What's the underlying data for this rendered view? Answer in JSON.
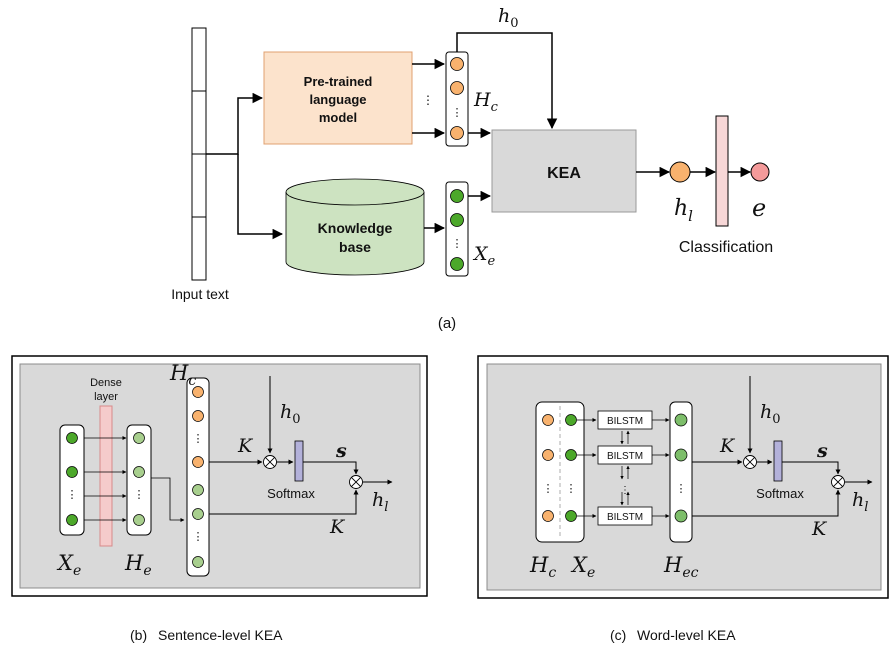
{
  "top": {
    "input_label": "Input text",
    "plm_label": [
      "Pre-trained",
      "language",
      "model"
    ],
    "kb_label": [
      "Knowledge",
      "base"
    ],
    "kea_label": "KEA",
    "classification_label": "Classification",
    "h0": "h",
    "h0_sub": "0",
    "hc": "H",
    "hc_sub": "c",
    "xe": "X",
    "xe_sub": "e",
    "hl": "h",
    "hl_sub": "l",
    "e": "e",
    "caption": "(a)"
  },
  "sentence": {
    "dense_label": [
      "Dense",
      "layer"
    ],
    "hc": "H",
    "hc_sub": "c",
    "xe": "X",
    "xe_sub": "e",
    "he": "H",
    "he_sub": "e",
    "h0": "h",
    "h0_sub": "0",
    "k1": "K",
    "k2": "K",
    "s": "s",
    "softmax": "Softmax",
    "hl": "h",
    "hl_sub": "l",
    "caption_letter": "(b)",
    "caption": "Sentence-level KEA"
  },
  "word": {
    "bilstm": "BILSTM",
    "hc": "H",
    "hc_sub": "c",
    "xe": "X",
    "xe_sub": "e",
    "hec": "H",
    "hec_sub": "ec",
    "h0": "h",
    "h0_sub": "0",
    "k1": "K",
    "k2": "K",
    "s": "s",
    "softmax": "Softmax",
    "hl": "h",
    "hl_sub": "l",
    "caption_letter": "(c)",
    "caption": "Word-level KEA"
  },
  "colors": {
    "orange": "#F8B26E",
    "green": "#4CA82A",
    "lightgreen": "#A8CF8E",
    "peach": "#FCE3CC",
    "kb": "#CDE3C1",
    "gray": "#D9D9D9",
    "pink": "#F7D7D7",
    "pinkdot": "#F49A9A",
    "purple": "#B3B1DA"
  }
}
